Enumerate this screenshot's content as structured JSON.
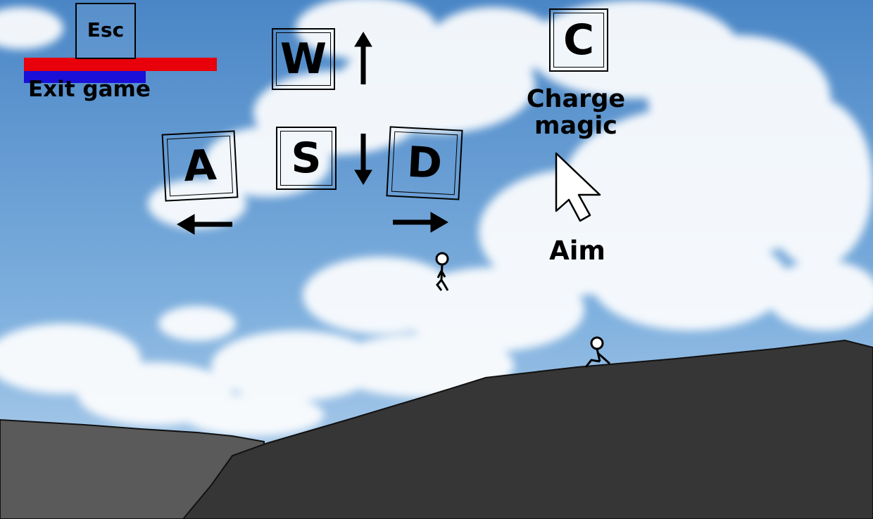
{
  "hud": {
    "health_fraction": 1.0,
    "mana_fraction": 0.63,
    "health_color": "#e8000b",
    "mana_color": "#1a10d8"
  },
  "controls": {
    "exit_key": "Esc",
    "exit_label": "Exit game",
    "up_key": "W",
    "left_key": "A",
    "down_key": "S",
    "right_key": "D",
    "charge_key": "C",
    "charge_label_line1": "Charge",
    "charge_label_line2": "magic",
    "aim_label": "Aim"
  },
  "colors": {
    "sky_top": "#4a86c6",
    "sky_bottom": "#9fc4e6",
    "ground_dark": "#363636",
    "ground_light": "#5a5a5a"
  },
  "icons": {
    "up": "arrow-up-icon",
    "down": "arrow-down-icon",
    "left": "arrow-left-icon",
    "right": "arrow-right-icon",
    "cursor": "mouse-cursor-icon"
  }
}
